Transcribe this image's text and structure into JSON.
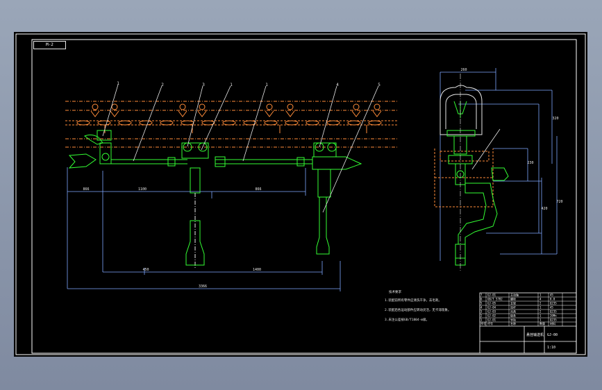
{
  "sheet": {
    "tag": "M-2",
    "colors": {
      "background": "#000000",
      "frame": "#ffffff",
      "part": "#33ff33",
      "chain": "#ff8c3a",
      "dimension": "#7fa8ff",
      "leader": "#e8e8e8"
    }
  },
  "front_view": {
    "balloons": [
      "1",
      "2",
      "3",
      "1",
      "1",
      "4",
      "5"
    ],
    "dimensions": {
      "left_span": "866",
      "mid_span": "1100",
      "right_span": "866",
      "lower_left": "450",
      "lower_center": "1400",
      "overall": "3366"
    }
  },
  "side_view": {
    "dimensions": {
      "top_width": "260",
      "height_upper": "320",
      "height_mid": "230",
      "height_lower": "420",
      "height_total": "720"
    }
  },
  "notes": {
    "title": "技术要求",
    "items": [
      "1.装配前所有零件应清洗干净，去毛刺。",
      "2.装配后各运动部件应转动灵活，无卡滞现象。",
      "3.未注公差按GB/T1804-m级。"
    ]
  },
  "title_block": {
    "parts_rows": [
      {
        "no": "7",
        "code": "GJ-01",
        "name": "主动轴",
        "qty": "1",
        "mat": "45"
      },
      {
        "no": "6",
        "code": "GB/T 5782",
        "name": "螺栓",
        "qty": "4",
        "mat": "8.8"
      },
      {
        "no": "5",
        "code": "GJ-05",
        "name": "支架",
        "qty": "2",
        "mat": "Q235"
      },
      {
        "no": "4",
        "code": "GJ-04",
        "name": "连杆",
        "qty": "1",
        "mat": "45"
      },
      {
        "no": "3",
        "code": "GJ-03",
        "name": "吊具",
        "qty": "2",
        "mat": "Q235"
      },
      {
        "no": "2",
        "code": "GJ-02",
        "name": "链条",
        "qty": "1",
        "mat": "20Mn"
      },
      {
        "no": "1",
        "code": "GJ-01",
        "name": "导轨",
        "qty": "1",
        "mat": "Q235"
      }
    ],
    "header": [
      "序号",
      "代号",
      "名称",
      "数量",
      "材料"
    ],
    "drawing_title": "悬挂输送机",
    "drawing_no": "GJ-00",
    "scale": "1:10"
  }
}
